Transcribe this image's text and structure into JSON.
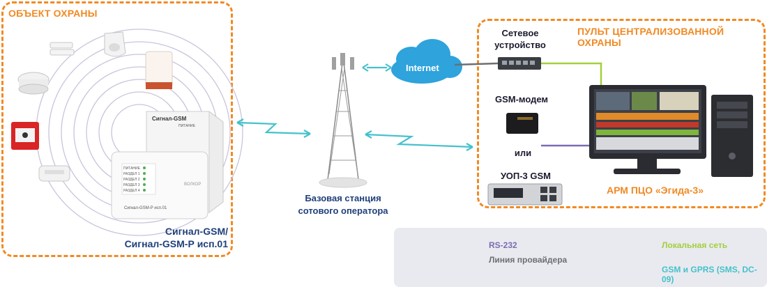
{
  "zones": {
    "object": {
      "title": "ОБЪЕКТ ОХРАНЫ"
    },
    "console": {
      "title": "ПУЛЬТ ЦЕНТРАЛИЗОВАННОЙ ОХРАНЫ"
    }
  },
  "devices": {
    "signal_panel_label": "Сигнал-GSM",
    "signal_panel_status": "ПИТАНИЕ",
    "signal_p_label": "Сигнал-GSM-Р исп.01",
    "signal_p_leds": [
      "ПИТАНИЕ",
      "РАЗДЕЛ 1",
      "РАЗДЕЛ 2",
      "РАЗДЕЛ 3",
      "РАЗДЕЛ 4"
    ],
    "signal_p_brand": "ВОЛКОР",
    "caption_line1": "Сигнал-GSM/",
    "caption_line2": "Сигнал-GSM-Р исп.01"
  },
  "tower": {
    "line1": "Базовая станция",
    "line2": "сотового оператора"
  },
  "cloud": {
    "label": "Internet"
  },
  "network": {
    "switch_line1": "Сетевое",
    "switch_line2": "устройство",
    "gsm_modem": "GSM-модем",
    "or": "или",
    "uop": "УОП-3 GSM",
    "workstation": "АРМ ПЦО «Эгида-3»"
  },
  "legend": {
    "rs232": "RS-232",
    "provider": "Линия провайдера",
    "lan": "Локальная сеть",
    "gsm": "GSM и GPRS (SMS, DC-09)"
  },
  "colors": {
    "accent_orange": "#f08a24",
    "rs232": "#7b6bb3",
    "provider": "#6d6e72",
    "lan": "#a3cf3c",
    "gsm": "#45c1cc",
    "cloud": "#2ea3dc"
  }
}
